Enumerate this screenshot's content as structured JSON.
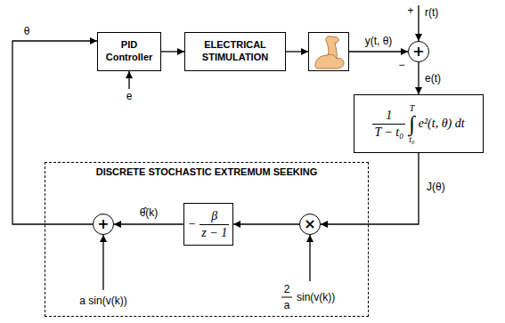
{
  "diagram": {
    "nodes": [
      {
        "text": [
          "PID Controller"
        ]
      },
      {
        "text": [
          "ELECTRICAL STIMULATION"
        ]
      },
      {
        "text": []
      },
      {
        "text": [
          "+"
        ]
      },
      {
        "text": [
          "1",
          "T − t₀",
          "T",
          "∫",
          "t₀",
          "e²(t, θ) dt"
        ]
      },
      {
        "text": [
          "DISCRETE STOCHASTIC EXTREMUM SEEKING"
        ]
      },
      {
        "text": [
          "×"
        ],
        "in": 5
      },
      {
        "text": [
          "−",
          "β",
          "z − 1"
        ],
        "in": 5
      },
      {
        "text": [
          "+"
        ],
        "in": 5
      }
    ],
    "edges": [
      {
        "from": 0,
        "to": 1,
        "arrow": "to"
      },
      {
        "from": 1,
        "to": 2,
        "arrow": "to"
      },
      {
        "from": 2,
        "to": 3,
        "arrow": "to",
        "label": "y(t, θ)"
      },
      {
        "from": 3,
        "to": 4,
        "arrow": "to",
        "label": "e(t)"
      },
      {
        "from": 4,
        "to": 6,
        "arrow": "to",
        "label": "J(θ)"
      },
      {
        "from": 6,
        "to": 7,
        "arrow": "to"
      },
      {
        "from": 7,
        "to": 8,
        "arrow": "to",
        "label": "θ̂(k)"
      },
      {
        "from": 8,
        "to": 0,
        "arrow": "to",
        "label": "θ"
      }
    ],
    "labels": [
      "+",
      "r(t)",
      "−",
      "e",
      "2",
      "a",
      "sin(v(k))",
      "a sin(v(k))"
    ]
  }
}
